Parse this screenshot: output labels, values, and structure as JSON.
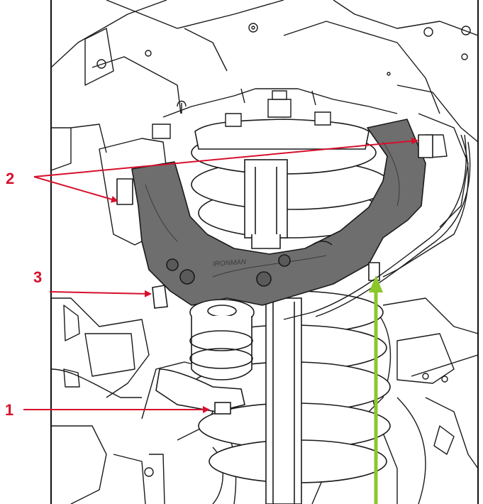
{
  "colors": {
    "callout": "#d7102c",
    "green_arrow": "#8bc72a",
    "arm_fill": "#6e6e6e",
    "line": "#1a1a1a"
  },
  "callouts": [
    {
      "label": "1"
    },
    {
      "label": "2"
    },
    {
      "label": "3"
    }
  ],
  "part_marking": {
    "text": "IRONMAN"
  },
  "icons": [
    "upper-control-arm-icon",
    "coil-spring-icon",
    "ball-joint-icon",
    "callout-arrow-icon"
  ]
}
